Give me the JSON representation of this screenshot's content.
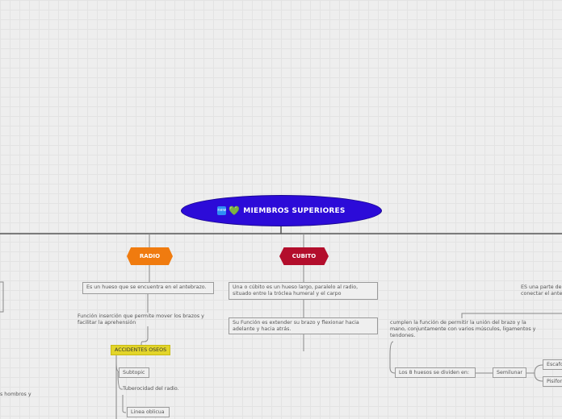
{
  "root": {
    "title": "MIEMBROS SUPERIORES",
    "icon_new": "new",
    "icon_heart": "💚"
  },
  "radio": {
    "label": "RADIO",
    "desc": "Es un hueso que se encuentra en el antebrazo.",
    "function": "Función  inserción que permite mover los brazos y facilitar la aprehensión",
    "accidentes": "ACCIDENTES OSEOS",
    "subtopic": "Subtopic",
    "tuberosidad": "Tuberocidad del radio.",
    "linea": "Linea oblicua"
  },
  "cubito": {
    "label": "CUBITO",
    "desc": "Una o cúbito es un hueso largo, paralelo al radio, situado entre la tróclea humeral y el carpo",
    "function": "Su Función es extender su brazo y flexionar hacia adelante y hacia atrás."
  },
  "carpo": {
    "intro_clip": "ES una parte de\nconectar el ante",
    "function": "cumplen la función de permitir la unión del brazo y la mano, conjuntamente con varios músculos, ligamentos y tendones.",
    "divide": "Los 8 huesos se dividen en:",
    "semilunar": "Semilunar",
    "escafoides_clip": "Escafo",
    "pisiforme_clip": "Pisifor"
  },
  "left_clip": {
    "hombros": "s hombros y"
  }
}
